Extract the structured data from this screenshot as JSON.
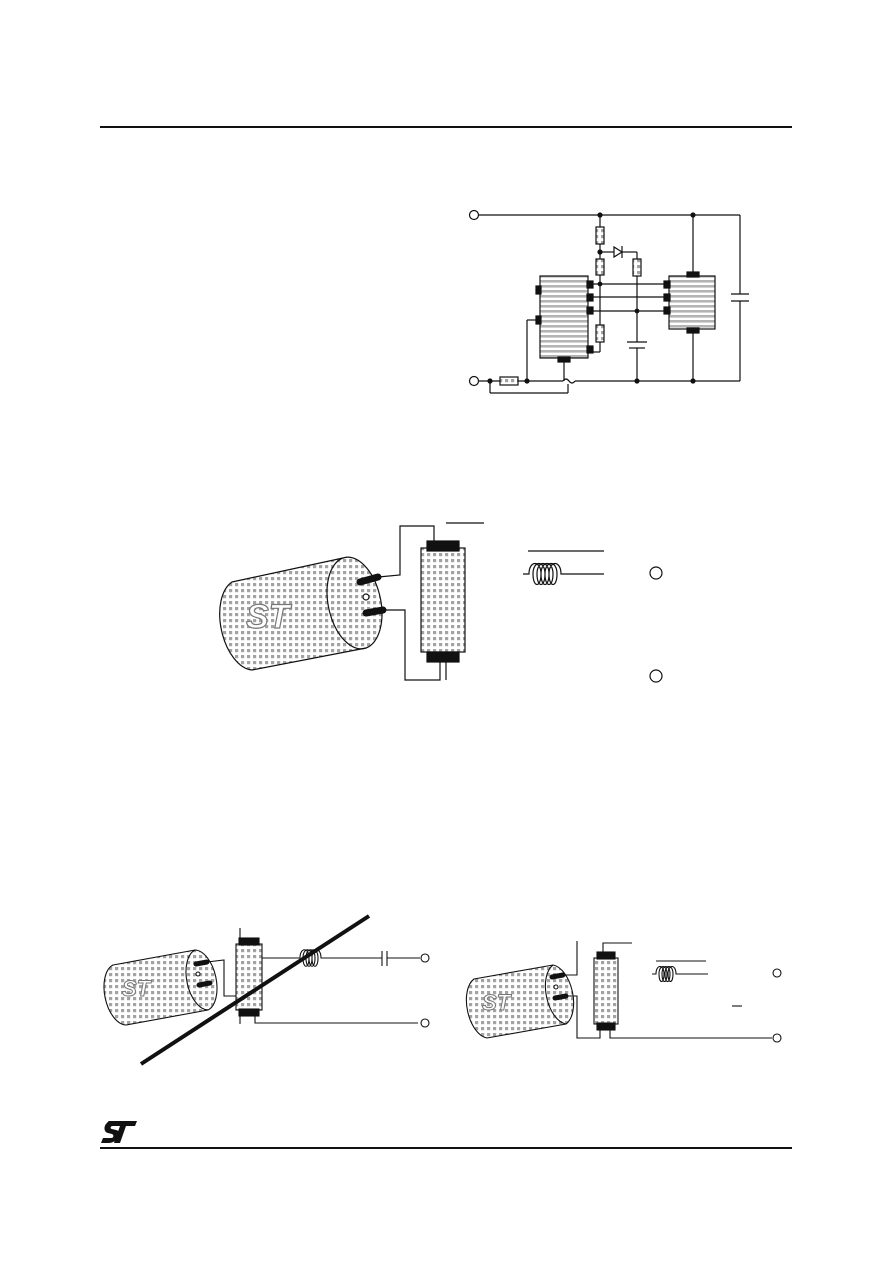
{
  "page": {
    "background": "#ffffff",
    "line_color": "#111111",
    "pattern_dot_color": "#9a9a9a"
  },
  "header": {
    "rule": "top-rule"
  },
  "footer": {
    "logo_icon": "st-logo-icon"
  },
  "figures": {
    "schematic": {
      "name": "application-schematic"
    },
    "mounting_good": {
      "name": "recommended-mounting-layout"
    },
    "mounting_bad": {
      "name": "not-recommended-mounting-layout"
    },
    "mounting_alt": {
      "name": "recommended-mounting-layout-small"
    }
  }
}
